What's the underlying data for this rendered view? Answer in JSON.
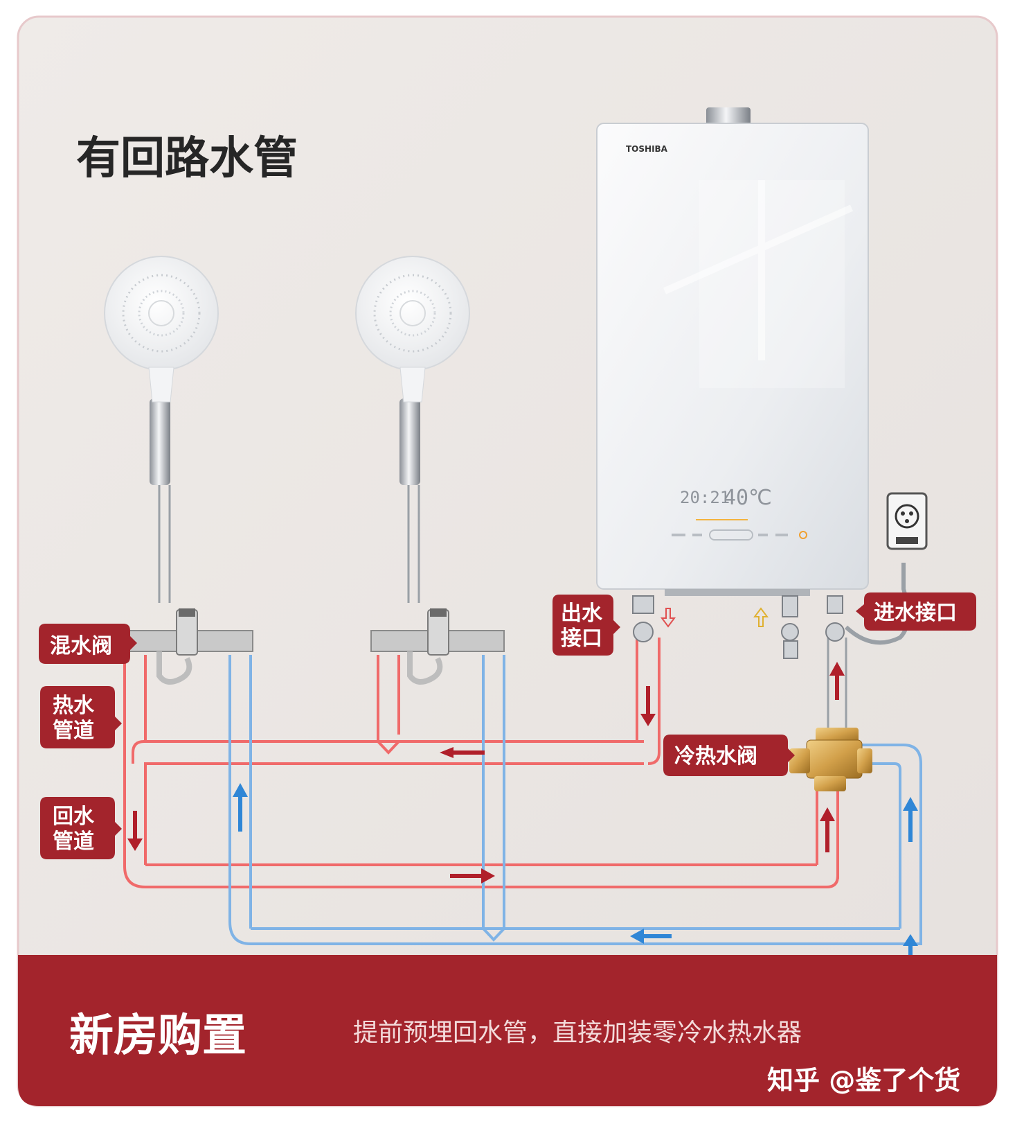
{
  "title": "有回路水管",
  "heater": {
    "brand": "TOSHIBA",
    "display_time": "20:21",
    "display_temp": "40℃"
  },
  "labels": {
    "mixing_valve": "混水阀",
    "hot_pipe_line1": "热水",
    "hot_pipe_line2": "管道",
    "return_pipe_line1": "回水",
    "return_pipe_line2": "管道",
    "outlet_line1": "出水",
    "outlet_line2": "接口",
    "inlet": "进水接口",
    "hot_cold_valve": "冷热水阀"
  },
  "banner": {
    "heading": "新房购置",
    "subtitle": "提前预埋回水管，直接加装零冷水热水器",
    "watermark": "知乎 @鉴了个货"
  },
  "colors": {
    "banner_red": "#a3242c",
    "hot_pipe": "#f06a6a",
    "cold_pipe": "#7fb3e6",
    "label_red": "#a3242c",
    "arrow_red": "#b01f2a",
    "arrow_blue": "#2f86d6",
    "brass": "#d2a04a"
  },
  "icons": [
    "shower-head-icon",
    "water-heater-icon",
    "power-socket-icon",
    "brass-valve-icon",
    "flow-arrow-icon"
  ]
}
